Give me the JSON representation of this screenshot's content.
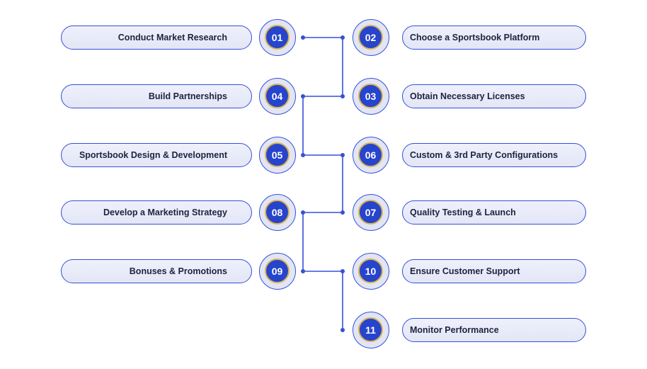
{
  "colors": {
    "accent": "#2744cc",
    "line": "#3650d6",
    "pill_fill": "#e8eaf8",
    "badge_ring": "#d9b454",
    "text": "#1d2340"
  },
  "steps": [
    {
      "number": "01",
      "label": "Conduct Market Research"
    },
    {
      "number": "02",
      "label": "Choose a Sportsbook Platform"
    },
    {
      "number": "03",
      "label": "Obtain Necessary Licenses"
    },
    {
      "number": "04",
      "label": "Build Partnerships"
    },
    {
      "number": "05",
      "label": "Sportsbook Design & Development"
    },
    {
      "number": "06",
      "label": "Custom & 3rd Party Configurations"
    },
    {
      "number": "07",
      "label": "Quality Testing & Launch"
    },
    {
      "number": "08",
      "label": "Develop a Marketing Strategy"
    },
    {
      "number": "09",
      "label": "Bonuses & Promotions"
    },
    {
      "number": "10",
      "label": "Ensure Customer Support"
    },
    {
      "number": "11",
      "label": "Monitor Performance"
    }
  ]
}
